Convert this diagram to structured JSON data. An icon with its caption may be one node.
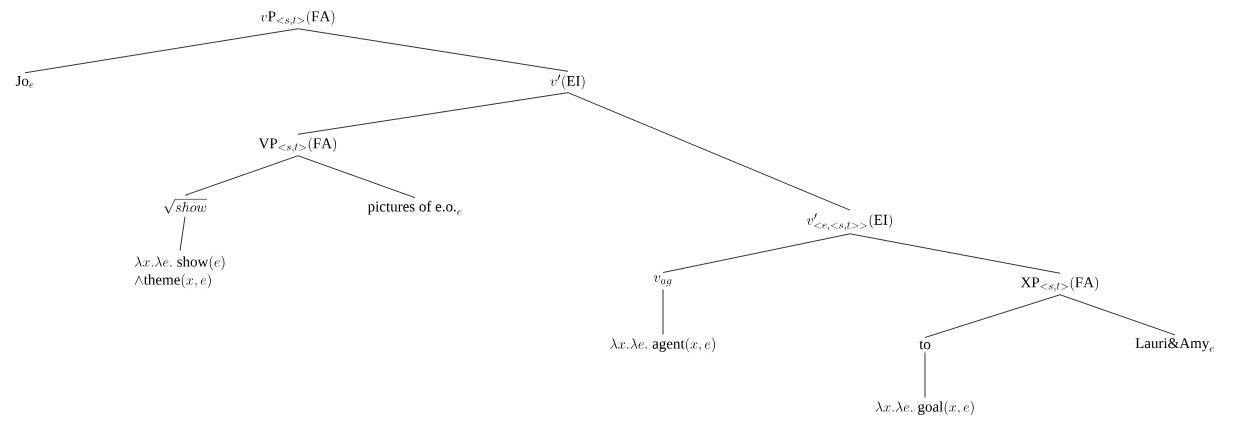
{
  "diagram": {
    "nodes": [
      {
        "text": [
          "v\\mathrm{P}_{<s,t>}(\\mathrm{FA})"
        ]
      },
      {
        "text": [
          "\\mathrm{Jo}_e"
        ]
      },
      {
        "text": [
          "v'(\\mathrm{EI})"
        ]
      },
      {
        "text": [
          "\\mathrm{VP}_{<s,t>}(\\mathrm{FA})"
        ]
      },
      {
        "text": [
          "\\sqrt{show}"
        ]
      },
      {
        "text": [
          "\\text{pictures of e.o.}_e"
        ]
      },
      {
        "text": [
          "\\begin{array}{l}\\lambda x.\\lambda e.\\ \\mathrm{show}(e)\\\\ \\wedge\\textsc{theme}(x,e)\\end{array}"
        ]
      },
      {
        "text": [
          "v'_{<e,<s,t>>}(\\mathrm{EI})"
        ]
      },
      {
        "text": [
          "v_{ag}"
        ]
      },
      {
        "text": [
          "\\lambda x.\\lambda e.\\ \\textsc{agent}(x,e)"
        ]
      },
      {
        "text": [
          "\\mathrm{XP}_{<s,t>}(\\mathrm{FA})"
        ]
      },
      {
        "text": [
          "\\text{to}"
        ]
      },
      {
        "text": [
          "\\text{Lauri\\&Amy}_e"
        ]
      },
      {
        "text": [
          "\\lambda x.\\lambda e.\\ \\textsc{goal}(x,e)"
        ]
      }
    ],
    "edges": [
      {
        "from": 0,
        "to": 1,
        "arrow": "none"
      },
      {
        "from": 0,
        "to": 2,
        "arrow": "none"
      },
      {
        "from": 2,
        "to": 3,
        "arrow": "none"
      },
      {
        "from": 2,
        "to": 7,
        "arrow": "none"
      },
      {
        "from": 3,
        "to": 4,
        "arrow": "none"
      },
      {
        "from": 3,
        "to": 5,
        "arrow": "none"
      },
      {
        "from": 4,
        "to": 6,
        "arrow": "none"
      },
      {
        "from": 7,
        "to": 8,
        "arrow": "none"
      },
      {
        "from": 7,
        "to": 10,
        "arrow": "none"
      },
      {
        "from": 8,
        "to": 9,
        "arrow": "none"
      },
      {
        "from": 10,
        "to": 11,
        "arrow": "none"
      },
      {
        "from": 10,
        "to": 12,
        "arrow": "none"
      },
      {
        "from": 11,
        "to": 13,
        "arrow": "none"
      }
    ]
  }
}
